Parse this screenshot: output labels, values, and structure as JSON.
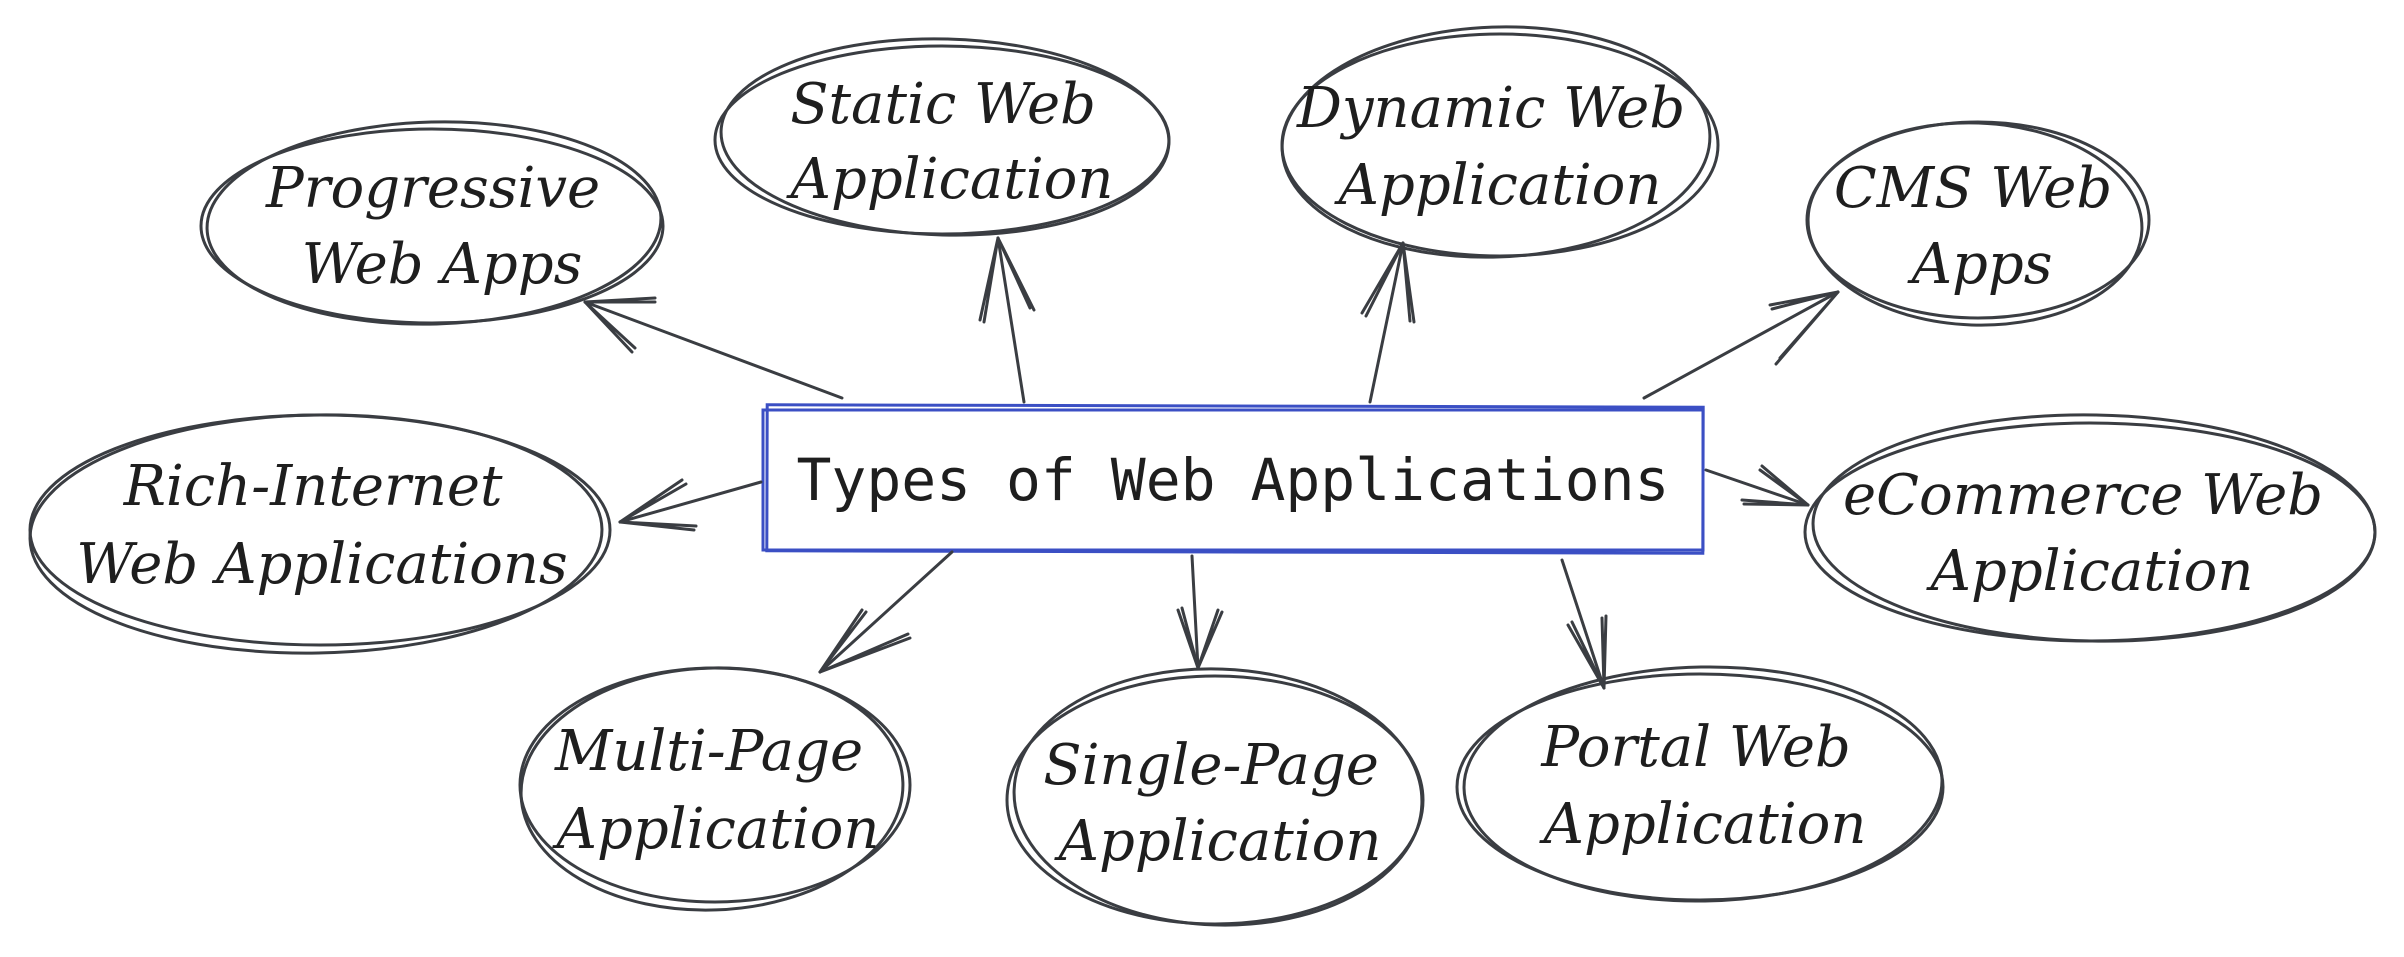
{
  "center": {
    "label": "Types of Web Applications",
    "border_color": "#3b4fc4"
  },
  "stroke_color": "#3a3d42",
  "nodes": [
    {
      "id": "progressive",
      "lines": [
        "Progressive",
        "Web Apps"
      ]
    },
    {
      "id": "static",
      "lines": [
        "Static Web",
        "Application"
      ]
    },
    {
      "id": "dynamic",
      "lines": [
        "Dynamic Web",
        "Application"
      ]
    },
    {
      "id": "cms",
      "lines": [
        "CMS Web",
        "Apps"
      ]
    },
    {
      "id": "rich-internet",
      "lines": [
        "Rich-Internet",
        "Web Applications"
      ]
    },
    {
      "id": "ecommerce",
      "lines": [
        "eCommerce Web",
        "Application"
      ]
    },
    {
      "id": "multi-page",
      "lines": [
        "Multi-Page",
        "Application"
      ]
    },
    {
      "id": "single-page",
      "lines": [
        "Single-Page",
        "Application"
      ]
    },
    {
      "id": "portal",
      "lines": [
        "Portal Web",
        "Application"
      ]
    }
  ]
}
